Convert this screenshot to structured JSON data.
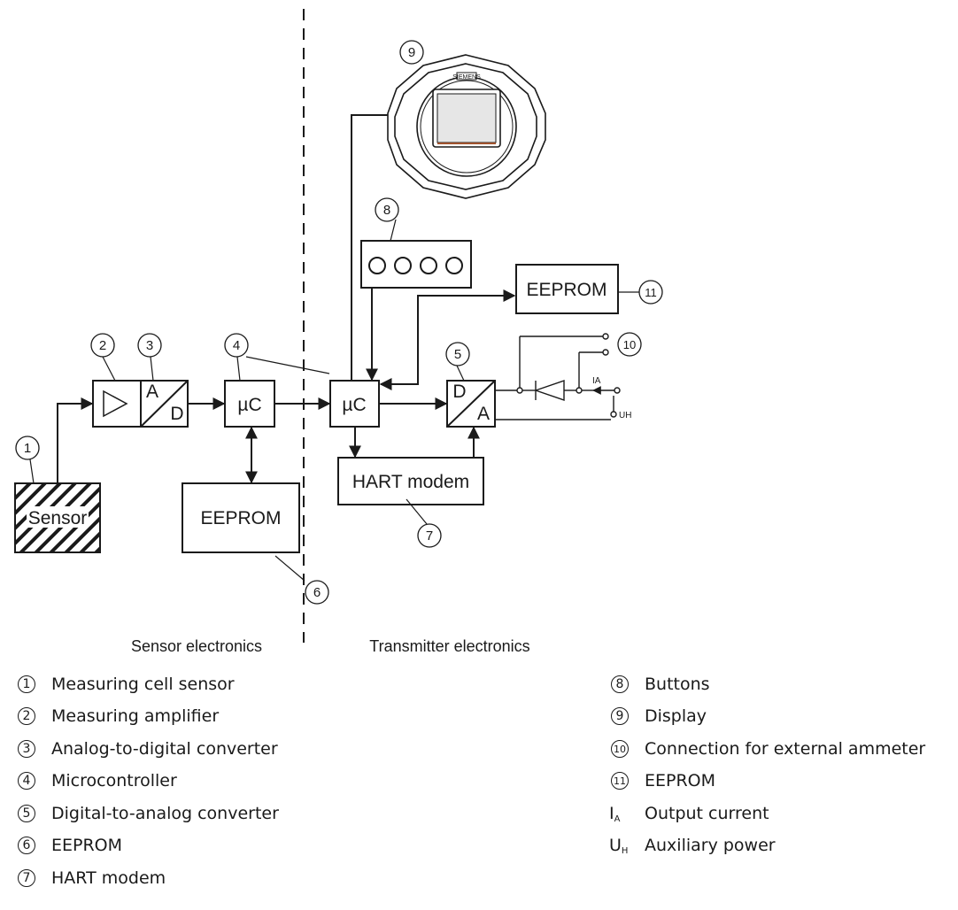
{
  "diagram": {
    "blocks": {
      "sensor": "Sensor",
      "adc_top": "A",
      "adc_bottom": "D",
      "uc_sensor": "µC",
      "eeprom_sensor": "EEPROM",
      "uc_transmitter": "µC",
      "dac_top": "D",
      "dac_bottom": "A",
      "hart_modem": "HART modem",
      "eeprom_transmitter": "EEPROM",
      "display_brand": "SIEMENS"
    },
    "terminals": {
      "ia": "IA",
      "uh": "UH"
    },
    "callouts": [
      "1",
      "2",
      "3",
      "4",
      "5",
      "6",
      "7",
      "8",
      "9",
      "10",
      "11"
    ],
    "region_labels": {
      "left": "Sensor electronics",
      "right": "Transmitter electronics"
    }
  },
  "legend": {
    "left": [
      {
        "num": "1",
        "text": "Measuring cell sensor"
      },
      {
        "num": "2",
        "text": "Measuring amplifier"
      },
      {
        "num": "3",
        "text": "Analog-to-digital converter"
      },
      {
        "num": "4",
        "text": "Microcontroller"
      },
      {
        "num": "5",
        "text": "Digital-to-analog converter"
      },
      {
        "num": "6",
        "text": "EEPROM"
      },
      {
        "num": "7",
        "text": "HART modem"
      }
    ],
    "right": [
      {
        "num": "8",
        "text": "Buttons"
      },
      {
        "num": "9",
        "text": "Display"
      },
      {
        "num": "10",
        "text": "Connection for external ammeter"
      },
      {
        "num": "11",
        "text": "EEPROM"
      },
      {
        "sym": "I",
        "sub": "A",
        "text": "Output current"
      },
      {
        "sym": "U",
        "sub": "H",
        "text": "Auxiliary power"
      }
    ]
  }
}
